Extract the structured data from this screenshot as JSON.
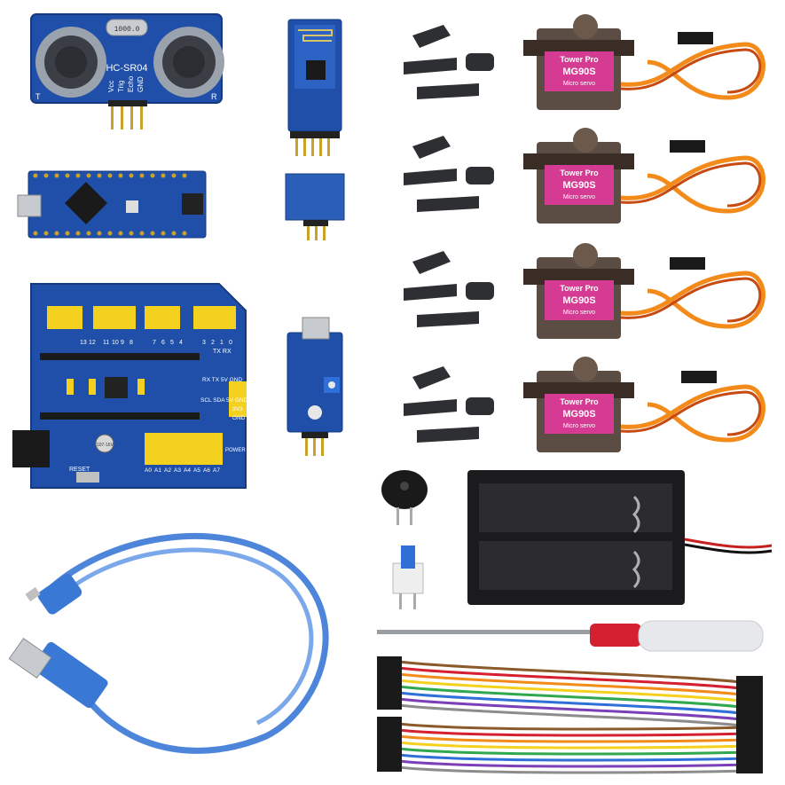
{
  "hc_sr04": {
    "label": "HC-SR04",
    "crystal": "1000.0",
    "pins": [
      "Vcc",
      "Trig",
      "Echo",
      "GND"
    ],
    "side_left": "T",
    "side_right": "R"
  },
  "shield": {
    "top_pin_labels": [
      "13",
      "12",
      "11",
      "10",
      "9",
      "8",
      "7",
      "6",
      "5",
      "4",
      "3",
      "2",
      "1",
      "0"
    ],
    "txrx": "TX RX",
    "uart_row": "RX TX 5V GND",
    "i2c_row": "SCL SDA 5V GND",
    "v33": "3V3",
    "gnd": "GND",
    "analog_labels": [
      "A0",
      "A1",
      "A2",
      "A3",
      "A4",
      "A5",
      "A6",
      "A7"
    ],
    "reset": "RESET",
    "power": "POWER",
    "cap": "107-16V"
  },
  "servo": {
    "brand": "Tower Pro",
    "model": "MG90S",
    "type": "Micro servo",
    "count": 4
  },
  "colors": {
    "pcb_blue": "#1f4fa8",
    "header_yellow": "#f4d11e",
    "servo_pink": "#d63b93",
    "cable_blue": "#3a78d6",
    "screwdriver_red": "#d42030",
    "wire_orange": "#f28b1a"
  }
}
